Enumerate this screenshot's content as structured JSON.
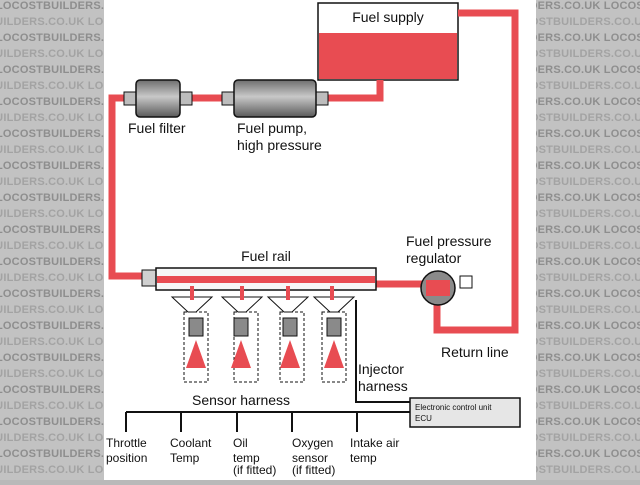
{
  "watermark": {
    "text": "LOCOSTBUILDERS.CO.UK"
  },
  "labels": {
    "fuel_supply": "Fuel supply",
    "fuel_filter": "Fuel filter",
    "fuel_pump_1": "Fuel pump,",
    "fuel_pump_2": "high pressure",
    "fuel_rail": "Fuel rail",
    "fpr_1": "Fuel pressure",
    "fpr_2": "regulator",
    "return_line": "Return line",
    "injector_harness_1": "Injector",
    "injector_harness_2": "harness",
    "sensor_harness": "Sensor harness",
    "ecu_1": "Electronic control unit",
    "ecu_2": "ECU"
  },
  "sensors": [
    {
      "line1": "Throttle",
      "line2": "position",
      "line3": ""
    },
    {
      "line1": "Coolant",
      "line2": "Temp",
      "line3": ""
    },
    {
      "line1": "Oil",
      "line2": "temp",
      "line3": "(if fitted)"
    },
    {
      "line1": "Oxygen",
      "line2": "sensor",
      "line3": "(if fitted)"
    },
    {
      "line1": "Intake air",
      "line2": "temp",
      "line3": ""
    }
  ],
  "colors": {
    "fuel": "#e84c52",
    "outline": "#111111",
    "component": "#8a8a8a"
  }
}
